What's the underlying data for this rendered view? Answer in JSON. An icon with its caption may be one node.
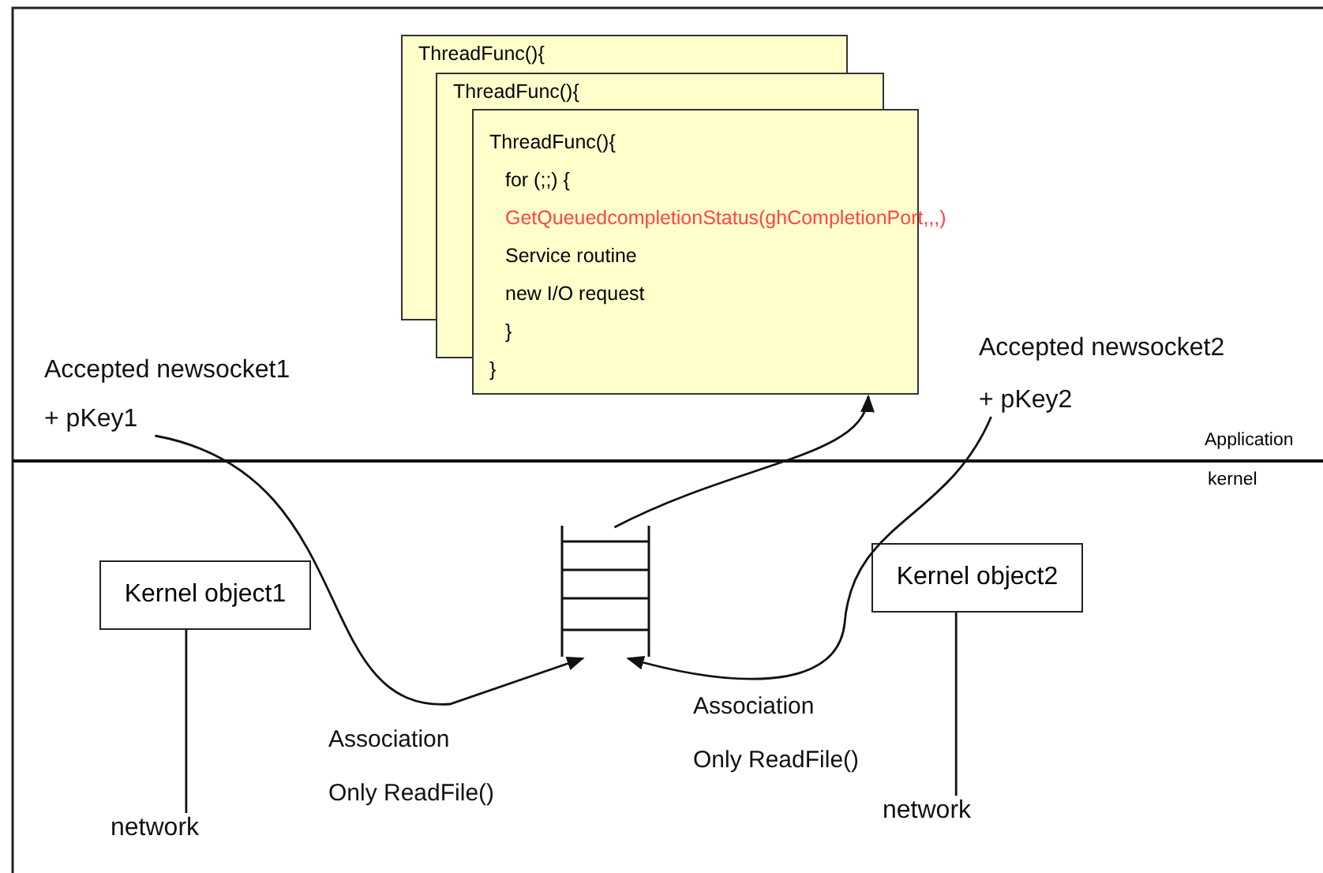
{
  "diagram": {
    "nodes": [
      {
        "text": [
          "ThreadFunc(){"
        ]
      },
      {
        "text": [
          "ThreadFunc(){"
        ]
      },
      {
        "text": [
          "ThreadFunc(){",
          "for (;;) {",
          "GetQueuedcompletionStatus(ghCompletionPort,,,)",
          "Service routine",
          "new I/O request",
          "}",
          "}"
        ]
      },
      {
        "text": [
          "Accepted newsocket1",
          "+ pKey1"
        ]
      },
      {
        "text": [
          "Accepted newsocket2",
          "+ pKey2"
        ]
      },
      {
        "text": [],
        "shape": "queue"
      },
      {
        "text": [
          "Kernel object1"
        ]
      },
      {
        "text": [
          "Kernel object2"
        ]
      },
      {
        "text": [
          "network"
        ]
      },
      {
        "text": [
          "network"
        ]
      }
    ],
    "edges": [
      {
        "from": 3,
        "to": 5,
        "arrow": "to",
        "label": "Association Only ReadFile()"
      },
      {
        "from": 4,
        "to": 5,
        "arrow": "to",
        "label": "Association Only ReadFile()"
      },
      {
        "from": 5,
        "to": 2,
        "arrow": "to"
      },
      {
        "from": 6,
        "to": 8,
        "arrow": "none"
      },
      {
        "from": 7,
        "to": 9,
        "arrow": "none"
      }
    ],
    "labels": [
      "Application",
      "kernel"
    ]
  }
}
